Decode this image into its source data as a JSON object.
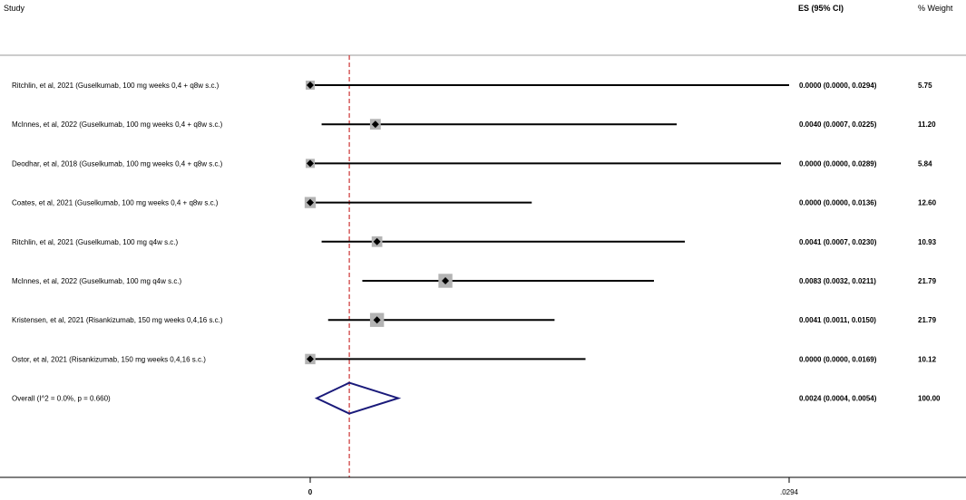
{
  "headers": {
    "study": "Study",
    "es": "ES (95% CI)",
    "weight": "% Weight"
  },
  "chart_data": {
    "type": "forest",
    "xlim": [
      0,
      0.0294
    ],
    "reference_line": 0.0024,
    "x_ticks": [
      {
        "value": 0,
        "label": "0"
      },
      {
        "value": 0.0294,
        "label": ".0294"
      }
    ],
    "studies": [
      {
        "label": "Ritchlin, et al, 2021 (Guselkumab, 100 mg weeks 0,4 + q8w s.c.)",
        "es": 0.0,
        "lo": 0.0,
        "hi": 0.0294,
        "es_text": "0.0000 (0.0000, 0.0294)",
        "weight": "5.75",
        "w": 5.75
      },
      {
        "label": "McInnes, et al, 2022 (Guselkumab, 100 mg weeks 0,4 + q8w s.c.)",
        "es": 0.004,
        "lo": 0.0007,
        "hi": 0.0225,
        "es_text": "0.0040 (0.0007, 0.0225)",
        "weight": "11.20",
        "w": 11.2
      },
      {
        "label": "Deodhar, et al, 2018 (Guselkumab, 100 mg weeks 0,4 + q8w s.c.)",
        "es": 0.0,
        "lo": 0.0,
        "hi": 0.0289,
        "es_text": "0.0000 (0.0000, 0.0289)",
        "weight": "5.84",
        "w": 5.84
      },
      {
        "label": "Coates, et al, 2021 (Guselkumab, 100 mg weeks 0,4 + q8w s.c.)",
        "es": 0.0,
        "lo": 0.0,
        "hi": 0.0136,
        "es_text": "0.0000 (0.0000, 0.0136)",
        "weight": "12.60",
        "w": 12.6
      },
      {
        "label": "Ritchlin, et al, 2021 (Guselkumab, 100 mg q4w s.c.)",
        "es": 0.0041,
        "lo": 0.0007,
        "hi": 0.023,
        "es_text": "0.0041 (0.0007, 0.0230)",
        "weight": "10.93",
        "w": 10.93
      },
      {
        "label": "McInnes, et al, 2022 (Guselkumab, 100 mg q4w s.c.)",
        "es": 0.0083,
        "lo": 0.0032,
        "hi": 0.0211,
        "es_text": "0.0083 (0.0032, 0.0211)",
        "weight": "21.79",
        "w": 21.79
      },
      {
        "label": "Kristensen, et al, 2021 (Risankizumab, 150 mg weeks 0,4,16 s.c.)",
        "es": 0.0041,
        "lo": 0.0011,
        "hi": 0.015,
        "es_text": "0.0041 (0.0011, 0.0150)",
        "weight": "21.79",
        "w": 21.79
      },
      {
        "label": "Ostor, et al, 2021 (Risankizumab, 150 mg weeks 0,4,16 s.c.)",
        "es": 0.0,
        "lo": 0.0,
        "hi": 0.0169,
        "es_text": "0.0000 (0.0000, 0.0169)",
        "weight": "10.12",
        "w": 10.12
      }
    ],
    "overall": {
      "label": "Overall  (I^2 = 0.0%, p = 0.660)",
      "es": 0.0024,
      "lo": 0.0004,
      "hi": 0.0054,
      "es_text": "0.0024 (0.0004, 0.0054)",
      "weight": "100.00"
    },
    "colors": {
      "ci_line": "#000000",
      "box": "#b3b3b3",
      "point": "#000000",
      "diamond": "#1a1a7a",
      "reference": "#cc3333",
      "divider": "#999999"
    }
  }
}
